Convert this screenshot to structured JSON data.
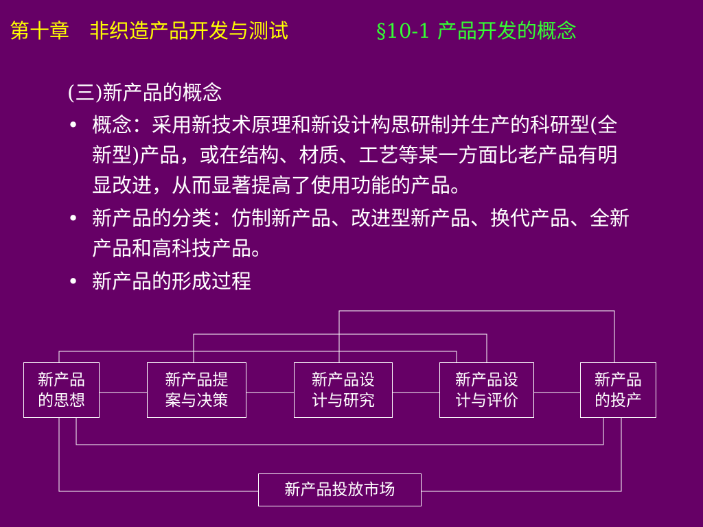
{
  "header": {
    "chapter": "第十章　非织造产品开发与测试",
    "section": "§10-1  产品开发的概念"
  },
  "subheading": "(三)新产品的概念",
  "bullets": [
    {
      "symbol": "•",
      "text": "概念：采用新技术原理和新设计构思研制并生产的科研型(全新型)产品，或在结构、材质、工艺等某一方面比老产品有明显改进，从而显著提高了使用功能的产品。"
    },
    {
      "symbol": "•",
      "text": "新产品的分类：仿制新产品、改进型新产品、换代产品、全新产品和高科技产品。"
    },
    {
      "symbol": "•",
      "text": "新产品的形成过程"
    }
  ],
  "flow": {
    "boxes": [
      {
        "line1": "新产品",
        "line2": "的思想"
      },
      {
        "line1": "新产品提",
        "line2": "案与决策"
      },
      {
        "line1": "新产品设",
        "line2": "计与研究"
      },
      {
        "line1": "新产品设",
        "line2": "计与评价"
      },
      {
        "line1": "新产品",
        "line2": "的投产"
      }
    ],
    "market": "新产品投放市场"
  },
  "colors": {
    "background": "#660066",
    "chapter": "#ffff00",
    "section": "#33ff33",
    "text": "#ffffff"
  }
}
